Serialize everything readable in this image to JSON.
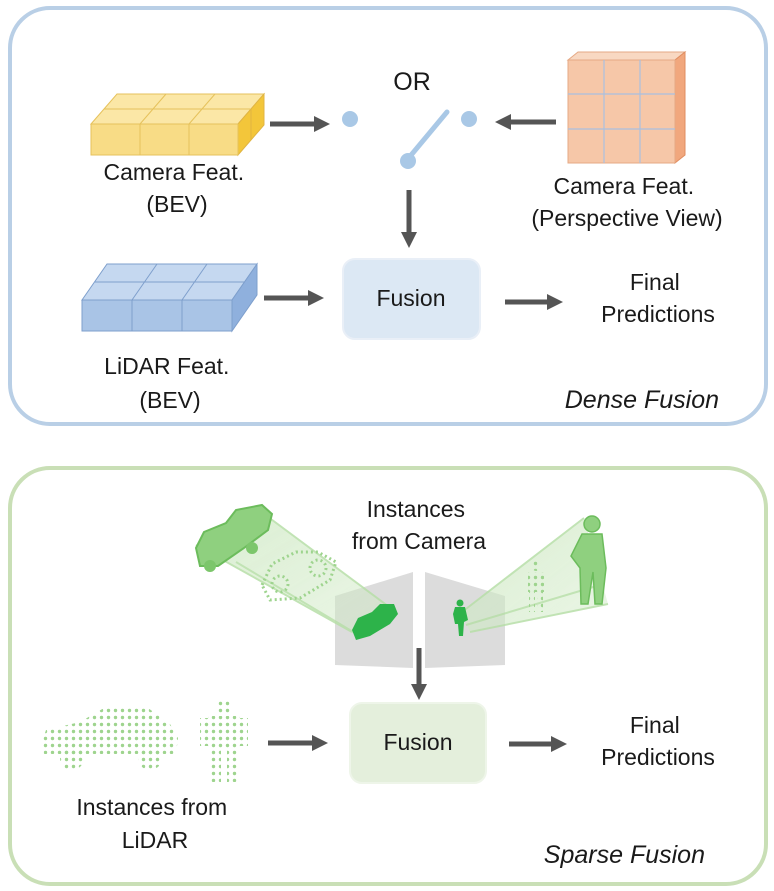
{
  "dense_panel": {
    "title": "Dense Fusion",
    "switch_label": "OR",
    "camera_bev_label": [
      "Camera Feat.",
      "(BEV)"
    ],
    "camera_pv_label": [
      "Camera Feat.",
      "(Perspective View)"
    ],
    "lidar_bev_label": [
      "LiDAR Feat.",
      "(BEV)"
    ],
    "fusion_label": "Fusion",
    "output_label": [
      "Final",
      "Predictions"
    ],
    "colors": {
      "border": "#b9cfe6",
      "camera_bev": "#f8dc86",
      "camera_pv": "#f6c7a8",
      "lidar_bev": "#a9c4e6",
      "fusion_box": "#dce8f4",
      "switch": "#a9c8e6"
    }
  },
  "sparse_panel": {
    "title": "Sparse Fusion",
    "camera_label": [
      "Instances",
      "from Camera"
    ],
    "lidar_label": [
      "Instances from",
      "LiDAR"
    ],
    "fusion_label": "Fusion",
    "output_label": [
      "Final",
      "Predictions"
    ],
    "colors": {
      "border": "#c9dfb6",
      "instance": "#2db34a",
      "fusion_box": "#e4efdc"
    }
  }
}
